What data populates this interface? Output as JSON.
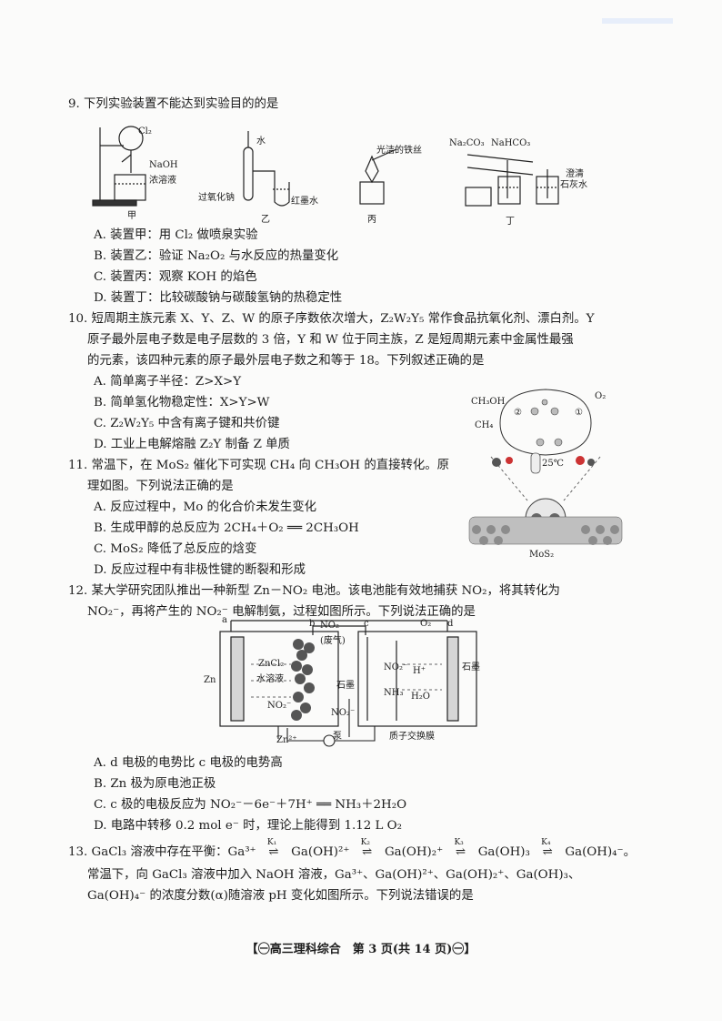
{
  "q9": {
    "stem": "9. 下列实验装置不能达到实验目的的是",
    "fig_labels": {
      "cl2": "Cl₂",
      "naoh_1": "NaOH",
      "naoh_2": "浓溶液",
      "jia": "甲",
      "water": "水",
      "peroxide": "过氧化钠",
      "red_ink": "红墨水",
      "yi": "乙",
      "wire": "光洁的铁丝",
      "bing": "丙",
      "na2co3": "Na₂CO₃",
      "nahco3": "NaHCO₃",
      "limewater_1": "澄清",
      "limewater_2": "石灰水",
      "ding": "丁"
    },
    "options": [
      "A. 装置甲：用 Cl₂ 做喷泉实验",
      "B. 装置乙：验证 Na₂O₂ 与水反应的热量变化",
      "C. 装置丙：观察 KOH 的焰色",
      "D. 装置丁：比较碳酸钠与碳酸氢钠的热稳定性"
    ]
  },
  "q10": {
    "stem_lines": [
      "10. 短周期主族元素 X、Y、Z、W 的原子序数依次增大，Z₂W₂Y₅ 常作食品抗氧化剂、漂白剂。Y",
      "原子最外层电子数是电子层数的 3 倍，Y 和 W 位于同主族，Z 是短周期元素中金属性最强",
      "的元素，该四种元素的原子最外层电子数之和等于 18。下列叙述正确的是"
    ],
    "options": [
      "A. 简单离子半径：Z>X>Y",
      "B. 简单氢化物稳定性：X>Y>W",
      "C. Z₂W₂Y₅ 中含有离子键和共价键",
      "D. 工业上电解熔融 Z₂Y 制备 Z 单质"
    ]
  },
  "q11": {
    "stem_lines": [
      "11. 常温下，在 MoS₂ 催化下可实现 CH₄ 向 CH₃OH 的直接转化。原",
      "理如图。下列说法正确的是"
    ],
    "options": [
      "A. 反应过程中，Mo 的化合价未发生变化",
      "B. 生成甲醇的总反应为 2CH₄＋O₂ ══ 2CH₃OH",
      "C. MoS₂ 降低了总反应的焓变",
      "D. 反应过程中有非极性键的断裂和形成"
    ],
    "fig_labels": {
      "ch3oh": "CH₃OH",
      "ch4": "CH₄",
      "o2": "O₂",
      "step1": "①",
      "step2": "②",
      "temp": "25℃",
      "mos2": "MoS₂"
    }
  },
  "q12": {
    "stem_lines": [
      "12. 某大学研究团队推出一种新型 Zn－NO₂ 电池。该电池能有效地捕获 NO₂，将其转化为",
      "NO₂⁻，再将产生的 NO₂⁻ 电解制氨，过程如图所示。下列说法正确的是"
    ],
    "fig_labels": {
      "a": "a",
      "b": "b",
      "c": "c",
      "d": "d",
      "no2_in": "NO₂",
      "waste_gas": "(废气)",
      "o2": "O₂",
      "zncl2_1": "ZnCl₂",
      "zncl2_2": "水溶液",
      "zn": "Zn",
      "graphite_left": "石墨",
      "graphite_right": "石墨",
      "no2m_1": "NO₂⁻",
      "no2m_2": "NO₂⁻",
      "no2m_3": "NO₂⁻",
      "hplus": "H⁺",
      "nh3": "NH₃",
      "h2o": "H₂O",
      "zn2plus": "Zn²⁺",
      "pump": "泵",
      "membrane": "质子交换膜"
    },
    "options": [
      "A. d 电极的电势比 c 电极的电势高",
      "B. Zn 极为原电池正极",
      "C. c 极的电极反应为 NO₂⁻－6e⁻＋7H⁺ ══ NH₃＋2H₂O",
      "D. 电路中转移 0.2 mol e⁻ 时，理论上能得到 1.12 L O₂"
    ]
  },
  "q13": {
    "line1_prefix": "13. GaCl₃ 溶液中存在平衡：Ga³⁺",
    "eq_species": [
      "Ga(OH)²⁺",
      "Ga(OH)₂⁺",
      "Ga(OH)₃",
      "Ga(OH)₄⁻。"
    ],
    "eq_constants": [
      "K₁",
      "K₂",
      "K₃",
      "K₄"
    ],
    "line2": "常温下，向 GaCl₃ 溶液中加入 NaOH 溶液，Ga³⁺、Ga(OH)²⁺、Ga(OH)₂⁺、Ga(OH)₃、",
    "line3": "Ga(OH)₄⁻ 的浓度分数(α)随溶液 pH 变化如图所示。下列说法错误的是"
  },
  "footer": "【㊀高三理科综合　第 3 页(共 14 页)㊀】"
}
